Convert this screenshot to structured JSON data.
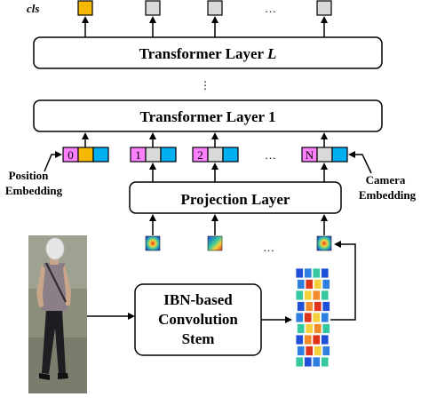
{
  "cls_label": "cls",
  "layers": {
    "top": "Transformer Layer",
    "top_index": "L",
    "bottom": "Transformer Layer 1"
  },
  "vertical_dots": "⋮",
  "horizontal_dots": "…",
  "projection": "Projection Layer",
  "stem": {
    "line1": "IBN-based",
    "line2": "Convolution",
    "line3": "Stem"
  },
  "position_embedding": {
    "line1": "Position",
    "line2": "Embedding"
  },
  "camera_embedding": {
    "line1": "Camera",
    "line2": "Embedding"
  },
  "token_indices": [
    "0",
    "1",
    "2",
    "N"
  ],
  "colors": {
    "cls_token": "#f5b800",
    "position": "#ff80ff",
    "patch": "#d9d9d9",
    "camera": "#00b0f0",
    "box_stroke": "#000000"
  }
}
